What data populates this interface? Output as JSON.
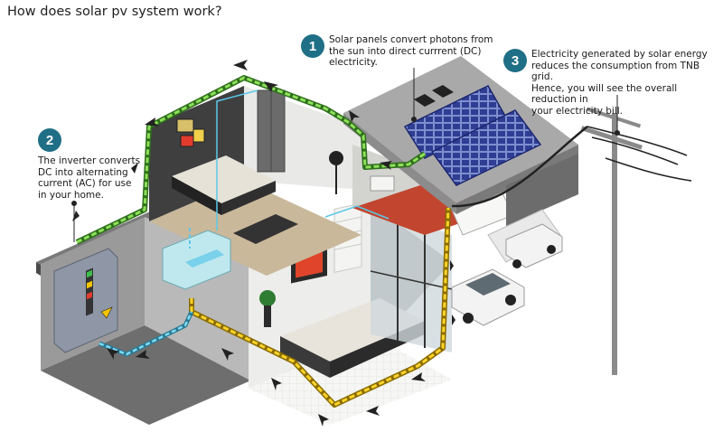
{
  "page": {
    "title": "How does solar pv system work?"
  },
  "callouts": [
    {
      "number": "1",
      "text_lines": [
        "Solar panels convert photons from",
        "the sun into direct currrent (DC)",
        "electricity."
      ]
    },
    {
      "number": "2",
      "text_lines": [
        "The inverter converts",
        "DC into alternating",
        "current (AC) for use",
        "in your home."
      ]
    },
    {
      "number": "3",
      "text_lines": [
        "Electricity generated by solar energy",
        "reduces the consumption from TNB grid.",
        "Hence, you will see the overall reduction in",
        "your electricity bill."
      ]
    }
  ],
  "colors": {
    "badge": "#1f6f86",
    "dc_line": "#6fc83a",
    "ac_line": "#f2c300",
    "signal_line": "#5bc8e8",
    "panel": "#2d3a8c",
    "floor": "#f1f0ed",
    "wall_dark": "#5a5a5a"
  },
  "icons": [
    "solar-panel-icon",
    "inverter-icon",
    "power-pole-icon",
    "car-icon",
    "flow-arrow-icon"
  ]
}
